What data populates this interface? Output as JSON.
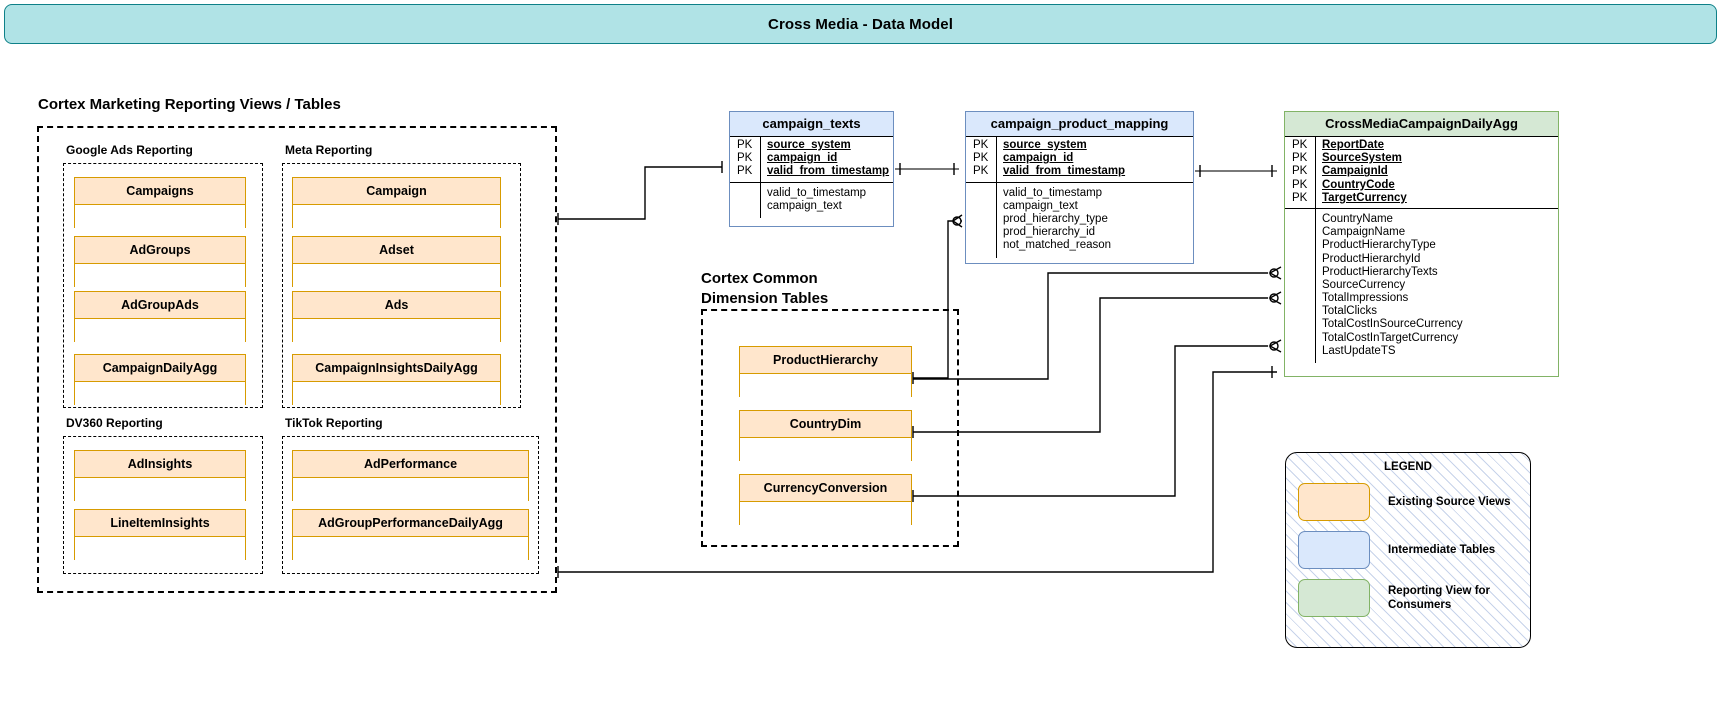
{
  "banner": {
    "title": "Cross Media - Data Model"
  },
  "sections": {
    "reporting": {
      "title": "Cortex Marketing Reporting Views / Tables"
    },
    "dimensions": {
      "title": "Cortex Common\nDimension Tables"
    }
  },
  "groups": [
    {
      "name": "Google Ads Reporting",
      "entities": [
        {
          "name": "Campaigns"
        },
        {
          "name": "AdGroups"
        },
        {
          "name": "AdGroupAds"
        },
        {
          "name": "CampaignDailyAgg"
        }
      ]
    },
    {
      "name": "Meta Reporting",
      "entities": [
        {
          "name": "Campaign"
        },
        {
          "name": "Adset"
        },
        {
          "name": "Ads"
        },
        {
          "name": "CampaignInsightsDailyAgg"
        }
      ]
    },
    {
      "name": "DV360 Reporting",
      "entities": [
        {
          "name": "AdInsights"
        },
        {
          "name": "LineItemInsights"
        }
      ]
    },
    {
      "name": "TikTok Reporting",
      "entities": [
        {
          "name": "AdPerformance"
        },
        {
          "name": "AdGroupPerformanceDailyAgg"
        }
      ]
    }
  ],
  "dimension_entities": [
    {
      "name": "ProductHierarchy"
    },
    {
      "name": "CountryDim"
    },
    {
      "name": "CurrencyConversion"
    }
  ],
  "er_tables": [
    {
      "id": "campaign_texts",
      "title": "campaign_texts",
      "color": "blue",
      "pk_label": "PK",
      "primary_keys": [
        "source_system",
        "campaign_id",
        "valid_from_timestamp"
      ],
      "attributes": [
        "valid_to_timestamp",
        "campaign_text"
      ]
    },
    {
      "id": "campaign_product_mapping",
      "title": "campaign_product_mapping",
      "color": "blue",
      "pk_label": "PK",
      "primary_keys": [
        "source_system",
        "campaign_id",
        "valid_from_timestamp"
      ],
      "attributes": [
        "valid_to_timestamp",
        "campaign_text",
        "prod_hierarchy_type",
        "prod_hierarchy_id",
        "not_matched_reason"
      ]
    },
    {
      "id": "CrossMediaCampaignDailyAgg",
      "title": "CrossMediaCampaignDailyAgg",
      "color": "green",
      "pk_label": "PK",
      "primary_keys": [
        "ReportDate",
        "SourceSystem",
        "CampaignId",
        "CountryCode",
        "TargetCurrency"
      ],
      "attributes": [
        "CountryName",
        "CampaignName",
        "ProductHierarchyType",
        "ProductHierarchyId",
        "ProductHierarchyTexts",
        "SourceCurrency",
        "TotalImpressions",
        "TotalClicks",
        "TotalCostInSourceCurrency",
        "TotalCostInTargetCurrency",
        "LastUpdateTS"
      ]
    }
  ],
  "legend": {
    "title": "LEGEND",
    "items": [
      {
        "swatch": "orange",
        "label": "Existing Source Views"
      },
      {
        "swatch": "blue",
        "label": "Intermediate Tables"
      },
      {
        "swatch": "green",
        "label": "Reporting View for\nConsumers"
      }
    ]
  },
  "colors": {
    "banner_fill": "#b0e3e6",
    "banner_stroke": "#0e8088",
    "orange_fill": "#ffe6cc",
    "orange_stroke": "#d79b00",
    "blue_fill": "#dae8fc",
    "blue_stroke": "#6c8ebf",
    "green_fill": "#d5e8d4",
    "green_stroke": "#82b366"
  }
}
